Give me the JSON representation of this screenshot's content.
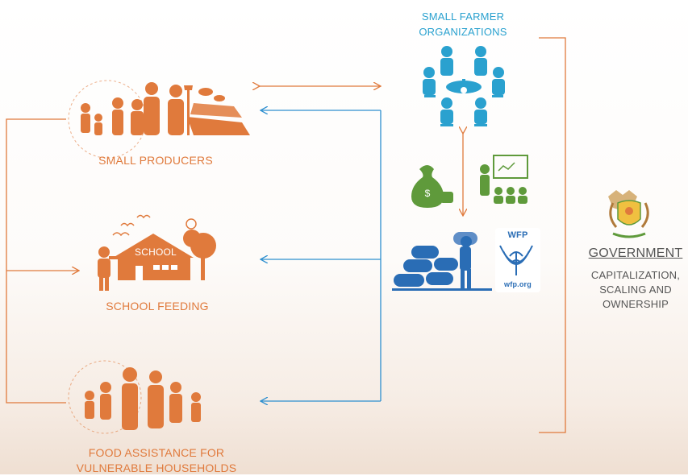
{
  "colors": {
    "orange": "#e07a3c",
    "blue": "#2e8fcf",
    "teal": "#2aa1cf",
    "green": "#5f9a3b",
    "grey": "#555555"
  },
  "farmer_orgs": {
    "line1": "SMALL FARMER",
    "line2": "ORGANIZATIONS"
  },
  "producers": {
    "label": "SMALL PRODUCERS"
  },
  "school": {
    "sign": "SCHOOL",
    "label": "SCHOOL FEEDING"
  },
  "food": {
    "line1": "FOOD ASSISTANCE FOR",
    "line2": "VULNERABLE HOUSEHOLDS"
  },
  "wfp": {
    "name": "WFP",
    "url": "wfp.org"
  },
  "government": {
    "title": "GOVERNMENT",
    "line1": "CAPITALIZATION,",
    "line2": "SCALING AND",
    "line3": "OWNERSHIP"
  },
  "icons": [
    "family-farm-icon",
    "school-icon",
    "family-group-icon",
    "farmer-meeting-icon",
    "money-bag-icon",
    "training-icon",
    "food-sacks-icon",
    "wfp-logo-icon",
    "coat-of-arms-icon"
  ]
}
